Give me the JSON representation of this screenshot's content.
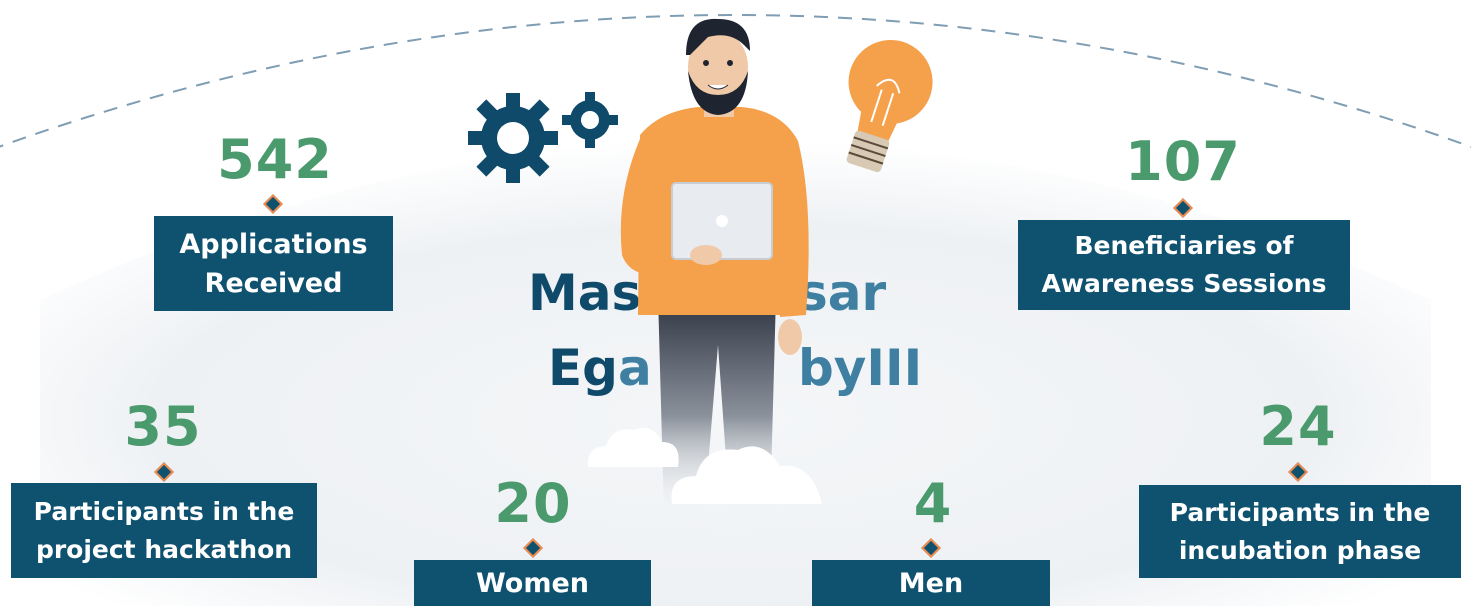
{
  "colors": {
    "number_green": "#4a9a6e",
    "label_bg": "#0f5270",
    "accent_orange": "#f08a4b",
    "logo_dark": "#0f4a6b",
    "logo_light": "#3f7fa2"
  },
  "logo": {
    "line1_left": "Mas",
    "line1_right": "sar",
    "line2_left": "Eg",
    "line2_mid": "a",
    "line2_right": "byIII"
  },
  "stats": {
    "applications": {
      "number": "542",
      "label_line1": "Applications",
      "label_line2": "Received"
    },
    "awareness": {
      "number": "107",
      "label_line1": "Beneficiaries of",
      "label_line2": "Awareness Sessions"
    },
    "hackathon": {
      "number": "35",
      "label_line1": "Participants in the",
      "label_line2": "project hackathon"
    },
    "incubation": {
      "number": "24",
      "label_line1": "Participants in the",
      "label_line2": "incubation phase"
    },
    "women": {
      "number": "20",
      "label": "Women"
    },
    "men": {
      "number": "4",
      "label": "Men"
    }
  },
  "icons": [
    "gears-icon",
    "lightbulb-icon",
    "person-with-laptop-illustration",
    "cloud-icon"
  ]
}
